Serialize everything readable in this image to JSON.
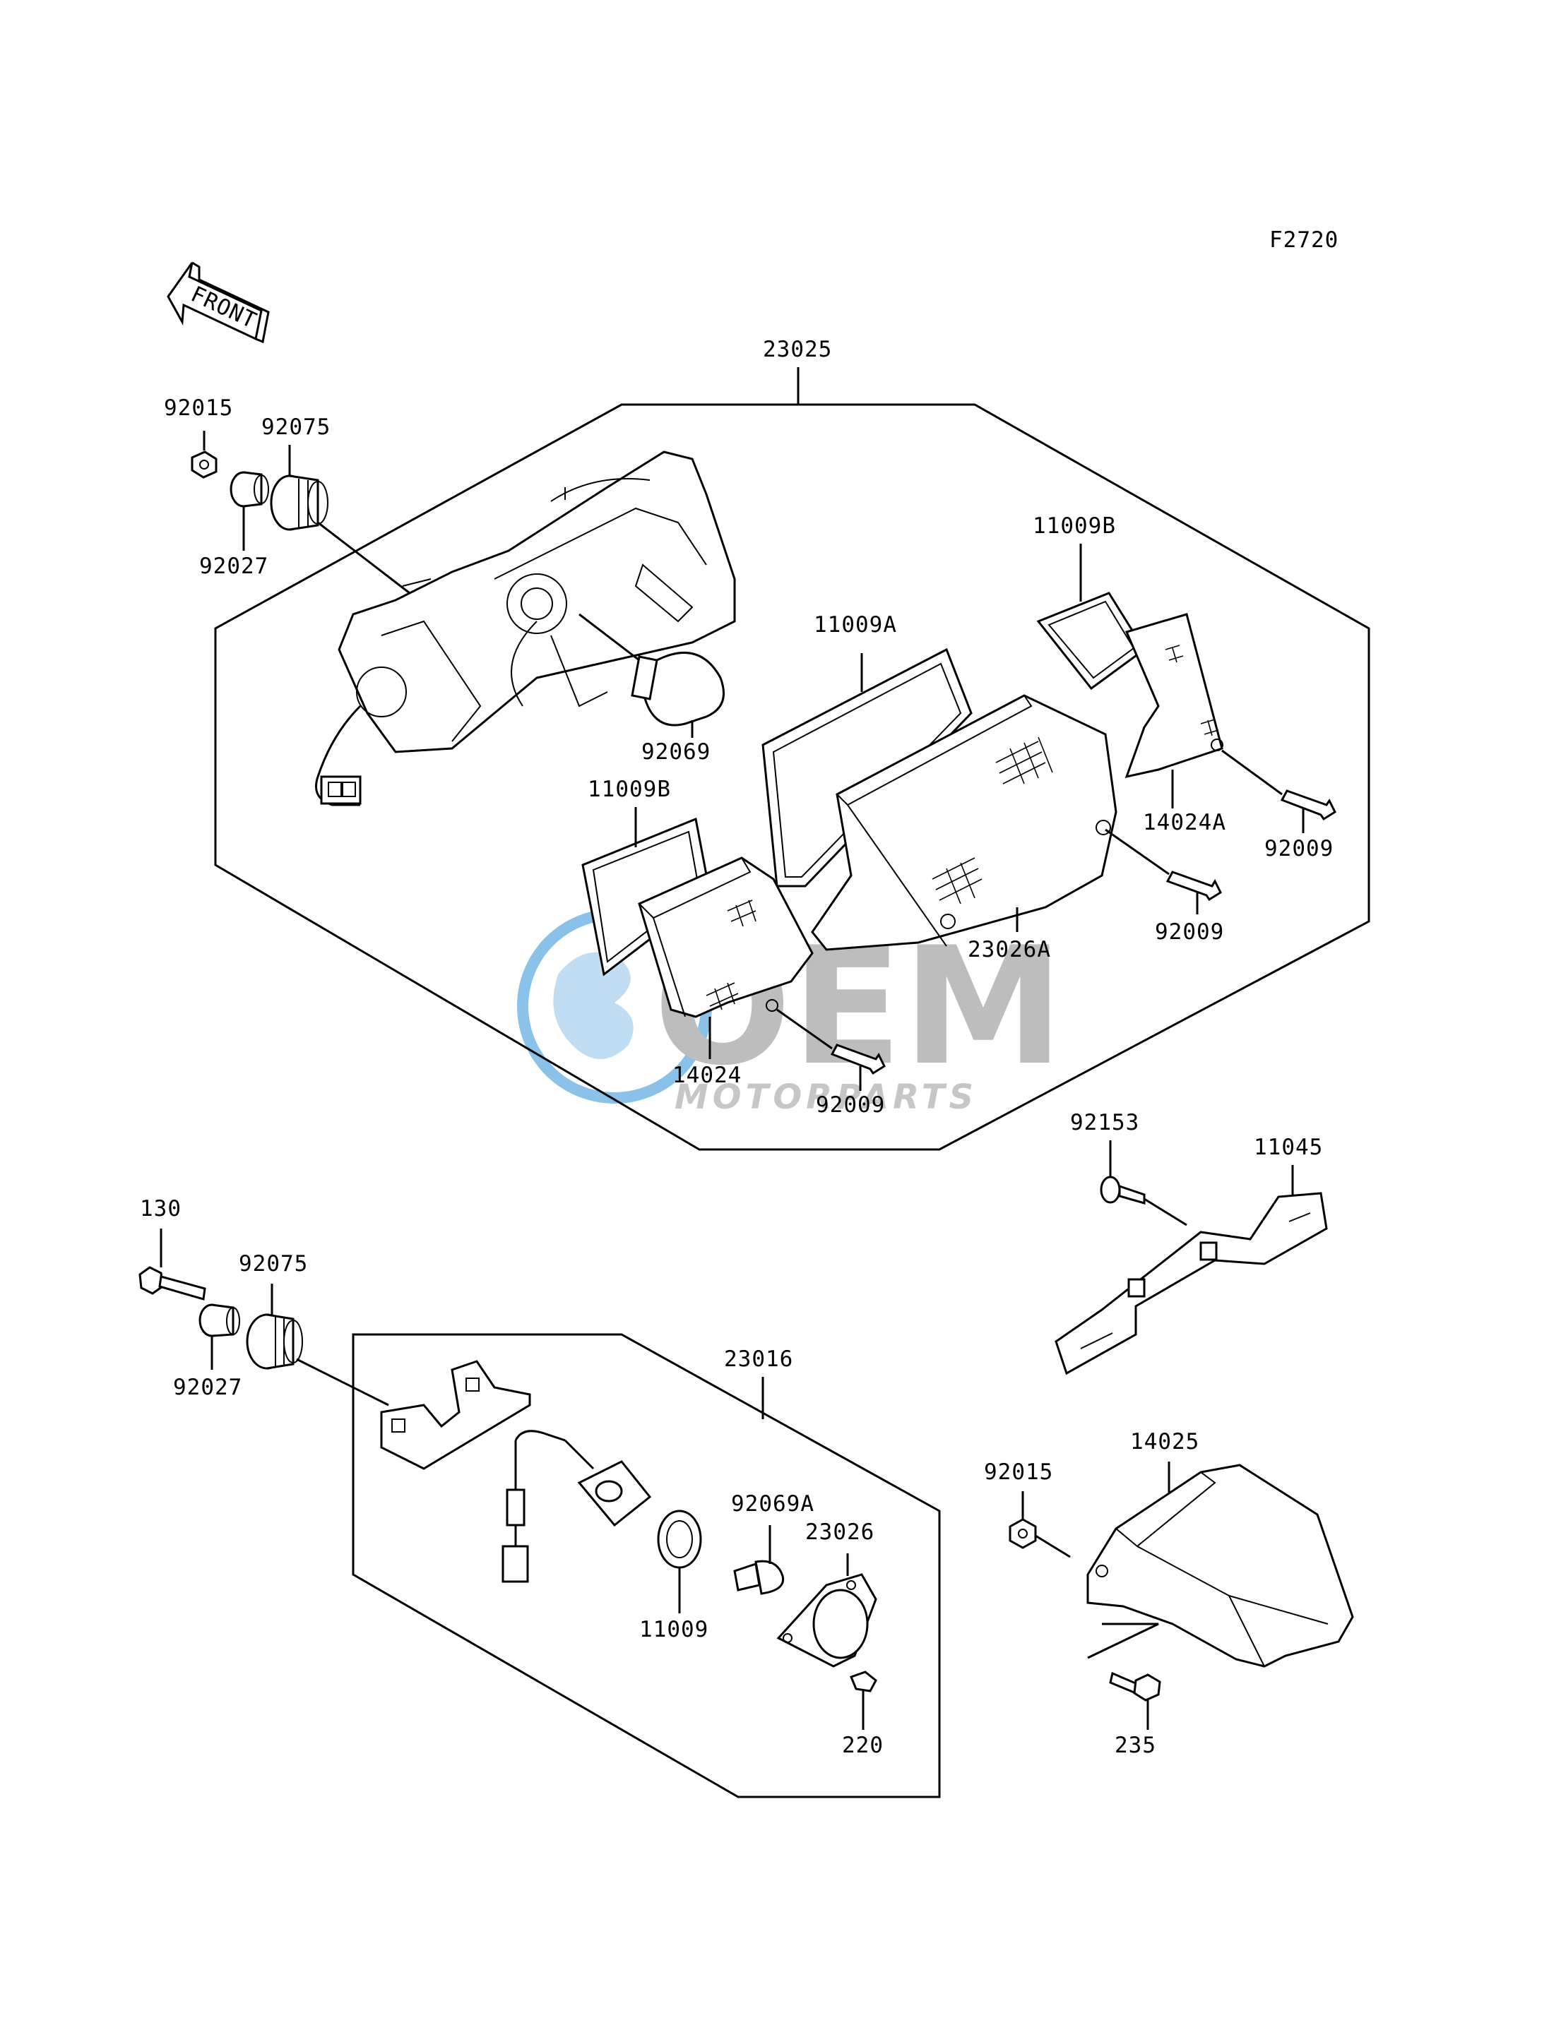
{
  "figure_code": "F2720",
  "front_arrow_label": "FRONT",
  "watermark": {
    "brand": "OEM",
    "sub": "MOTORPARTS",
    "color": "#2a8fd8",
    "gray": "#888888"
  },
  "parts": {
    "p23025": "23025",
    "p92015_a": "92015",
    "p92075_a": "92075",
    "p92027_a": "92027",
    "p92069": "92069",
    "p11009A": "11009A",
    "p11009B_a": "11009B",
    "p11009B_b": "11009B",
    "p14024A": "14024A",
    "p92009_a": "92009",
    "p92009_b": "92009",
    "p92009_c": "92009",
    "p23026A": "23026A",
    "p14024": "14024",
    "p92153": "92153",
    "p11045": "11045",
    "p130": "130",
    "p92075_b": "92075",
    "p92027_b": "92027",
    "p23016": "23016",
    "p92069A": "92069A",
    "p23026": "23026",
    "p11009": "11009",
    "p220": "220",
    "p14025": "14025",
    "p92015_b": "92015",
    "p235": "235"
  }
}
